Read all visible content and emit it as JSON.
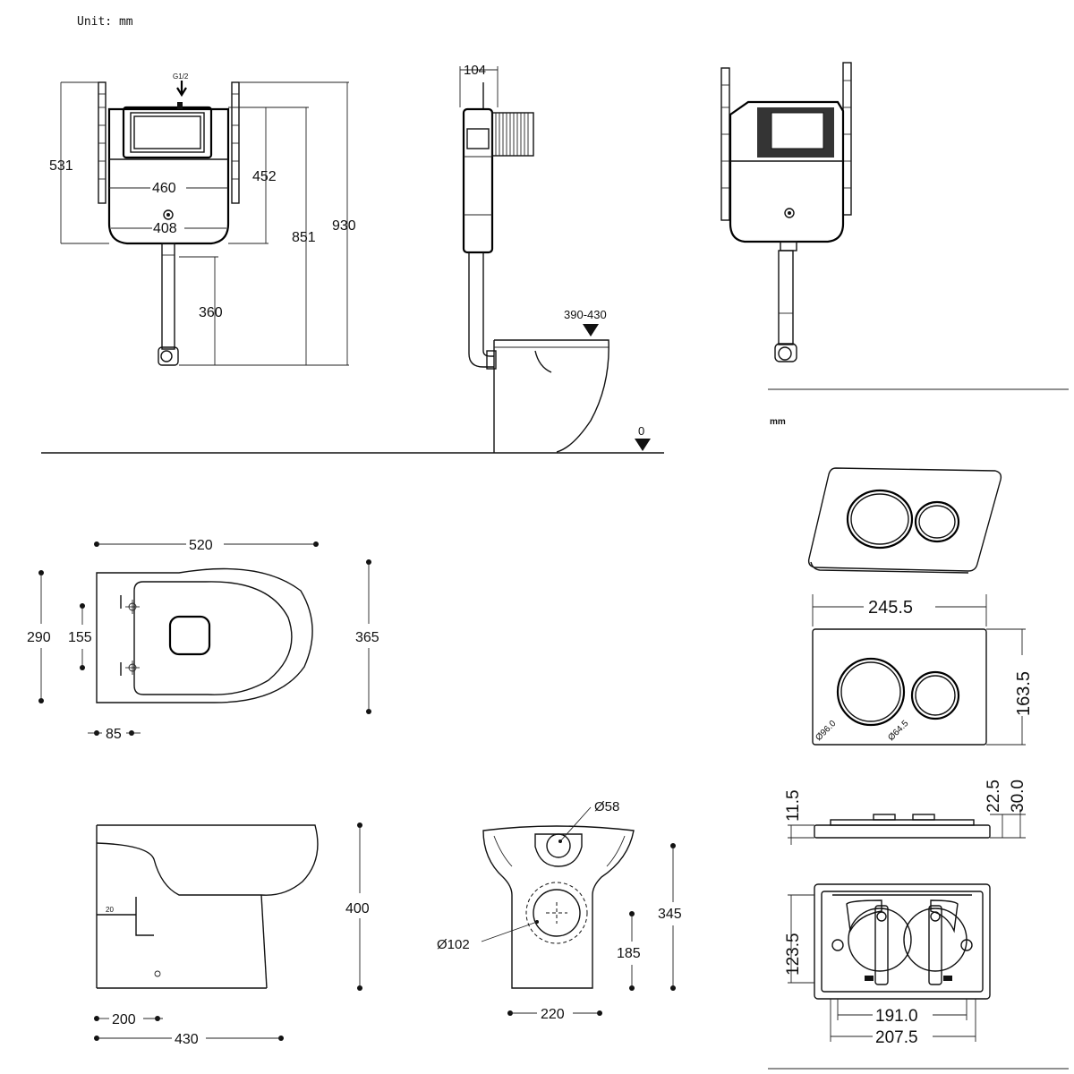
{
  "header": {
    "unit_label": "Unit: mm",
    "unit_label_right": "mm"
  },
  "cistern_front": {
    "inlet_label": "G1/2",
    "dims": {
      "d531": "531",
      "d452": "452",
      "d460": "460",
      "d408": "408",
      "d851": "851",
      "d930": "930",
      "d360": "360"
    }
  },
  "cistern_side": {
    "dims": {
      "d104": "104",
      "seat_height": "390-430",
      "floor_level": "0"
    }
  },
  "pan_top": {
    "dims": {
      "d520": "520",
      "d290": "290",
      "d155": "155",
      "d365": "365",
      "d85": "85"
    }
  },
  "pan_side": {
    "dims": {
      "d20": "20",
      "d400": "400",
      "d200": "200",
      "d430": "430"
    }
  },
  "pan_rear": {
    "dims": {
      "d58": "Ø58",
      "d102": "Ø102",
      "d345": "345",
      "d185": "185",
      "d220": "220"
    }
  },
  "flush_plate": {
    "dims": {
      "width": "245.5",
      "height": "163.5",
      "big_button": "Ø96.0",
      "small_button": "Ø64.5",
      "d11_5": "11.5",
      "d22_5": "22.5",
      "d30_0": "30.0",
      "d123_5": "123.5",
      "d191_0": "191.0",
      "d207_5": "207.5"
    }
  },
  "icons": [
    "down-arrow-icon",
    "level-triangle-icon",
    "dimension-dot-icon"
  ],
  "colors": {
    "line": "#111111",
    "background": "#ffffff"
  }
}
